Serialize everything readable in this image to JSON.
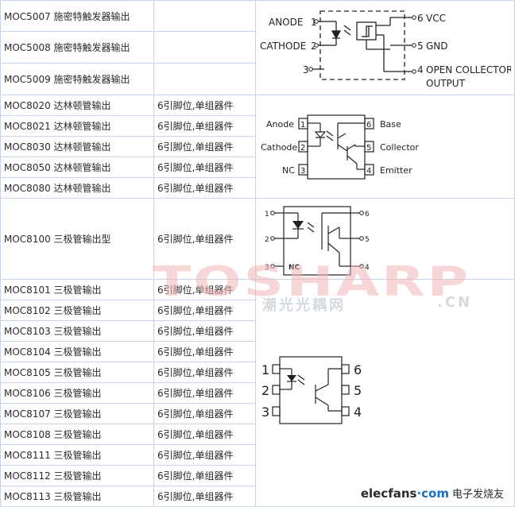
{
  "rows": [
    {
      "model": "MOC5007",
      "desc": "施密特触发器输出",
      "pins": ""
    },
    {
      "model": "MOC5008",
      "desc": "施密特触发器输出",
      "pins": ""
    },
    {
      "model": "MOC5009",
      "desc": "施密特触发器输出",
      "pins": ""
    },
    {
      "model": "MOC8020",
      "desc": "达林顿管输出",
      "pins": "6引脚位,单组器件"
    },
    {
      "model": "MOC8021",
      "desc": "达林顿管输出",
      "pins": "6引脚位,单组器件"
    },
    {
      "model": "MOC8030",
      "desc": "达林顿管输出",
      "pins": "6引脚位,单组器件"
    },
    {
      "model": "MOC8050",
      "desc": "达林顿管输出",
      "pins": "6引脚位,单组器件"
    },
    {
      "model": "MOC8080",
      "desc": "达林顿管输出",
      "pins": "6引脚位,单组器件"
    },
    {
      "model": "MOC8100",
      "desc": "三极管输出型",
      "pins": "6引脚位,单组器件"
    },
    {
      "model": "MOC8101",
      "desc": "三极管输出",
      "pins": "6引脚位,单组器件"
    },
    {
      "model": "MOC8102",
      "desc": "三极管输出",
      "pins": "6引脚位,单组器件"
    },
    {
      "model": "MOC8103",
      "desc": "三极管输出",
      "pins": "6引脚位,单组器件"
    },
    {
      "model": "MOC8104",
      "desc": "三极管输出",
      "pins": "6引脚位,单组器件"
    },
    {
      "model": "MOC8105",
      "desc": "三极管输出",
      "pins": "6引脚位,单组器件"
    },
    {
      "model": "MOC8106",
      "desc": "三极管输出",
      "pins": "6引脚位,单组器件"
    },
    {
      "model": "MOC8107",
      "desc": "三极管输出",
      "pins": "6引脚位,单组器件"
    },
    {
      "model": "MOC8108",
      "desc": "三极管输出",
      "pins": "6引脚位,单组器件"
    },
    {
      "model": "MOC8111",
      "desc": "三极管输出",
      "pins": "6引脚位,单组器件"
    },
    {
      "model": "MOC8112",
      "desc": "三极管输出",
      "pins": "6引脚位,单组器件"
    },
    {
      "model": "MOC8113",
      "desc": "三极管输出",
      "pins": "6引脚位,单组器件"
    }
  ],
  "diagram1": {
    "left": [
      "ANODE",
      "CATHODE",
      "3"
    ],
    "pin_left": [
      "1",
      "2"
    ],
    "right_pins": [
      "6",
      "5",
      "4"
    ],
    "right": [
      "VCC",
      "GND",
      "OPEN COLLECTOR",
      "OUTPUT"
    ]
  },
  "diagram2": {
    "left": [
      "Anode",
      "Cathode",
      "NC"
    ],
    "pin_left": [
      "1",
      "2",
      "3"
    ],
    "pin_right": [
      "6",
      "5",
      "4"
    ],
    "right": [
      "Base",
      "Collector",
      "Emitter"
    ]
  },
  "diagram3": {
    "pin_left": [
      "1",
      "2",
      "3"
    ],
    "pin_right": [
      "6",
      "5",
      "4"
    ],
    "nc": "NC"
  },
  "diagram4": {
    "pin_left": [
      "1",
      "2",
      "3"
    ],
    "pin_right": [
      "6",
      "5",
      "4"
    ]
  },
  "watermark": {
    "main": "TOSHARP",
    "cn": "潮光光耦网",
    "domain": ".CN"
  },
  "footer": {
    "part1": "elecfans",
    "part2": "·com",
    "part3": "电子发烧友"
  },
  "colors": {
    "border": "#c8d4e4",
    "text": "#2a2a2a",
    "watermark": "#f2b6b8"
  }
}
